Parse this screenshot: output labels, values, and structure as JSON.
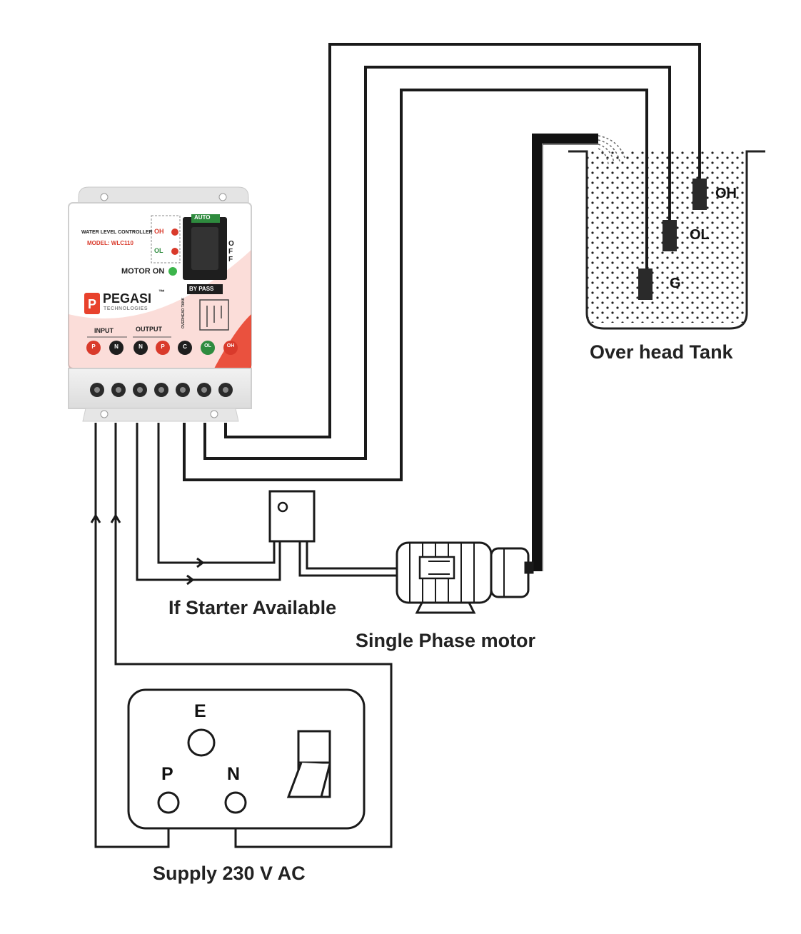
{
  "controller": {
    "title": "WATER LEVEL CONTROLLER",
    "model": "MODEL: WLC110",
    "motor_on": "MOTOR ON",
    "oh_led": "OH",
    "ol_led": "OL",
    "switch_auto": "AUTO",
    "switch_off": "OFF",
    "switch_bypass": "BY PASS",
    "brand": "PEGASI",
    "tm": "™",
    "brand_sub": "TECHNOLOGIES",
    "tank_caption": "OVERHEAD TANK",
    "input_label": "INPUT",
    "output_label": "OUTPUT",
    "terminals": [
      "P",
      "N",
      "N",
      "P",
      "C",
      "OL",
      "OH"
    ],
    "colors": {
      "red": "#d93a2b",
      "dark": "#1e1e1e",
      "green": "#2e8b3e",
      "accent": "#e8412c"
    }
  },
  "tank": {
    "label": "Over head Tank",
    "probes": [
      "OH",
      "OL",
      "G"
    ]
  },
  "starter_label": "If Starter Available",
  "motor_label": "Single Phase motor",
  "socket": {
    "e": "E",
    "p": "P",
    "n": "N"
  },
  "supply_label": "Supply 230 V AC"
}
